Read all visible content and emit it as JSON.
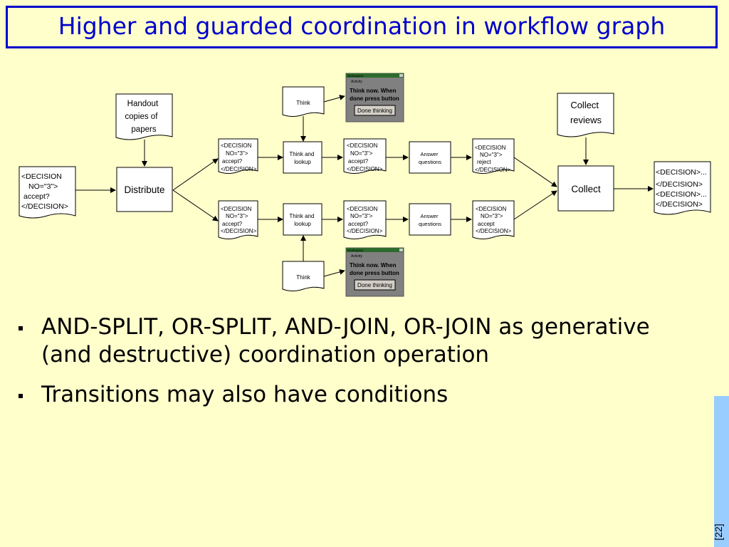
{
  "slide": {
    "title": "Higher and guarded coordination in workflow graph",
    "page_number": "[22]"
  },
  "diagram": {
    "input_doc": [
      "<DECISION",
      "NO=\"3\">",
      "accept?",
      "</DECISION>"
    ],
    "handout_doc": [
      "Handout",
      "copies of",
      "papers"
    ],
    "distribute": "Distribute",
    "top_decision_1": [
      "<DECISION",
      "NO=\"3\">",
      "accept?",
      "</DECISION>"
    ],
    "top_think_doc": "Think",
    "top_think_lookup": [
      "Think and",
      "lookup"
    ],
    "top_decision_2": [
      "<DECISION",
      "NO=\"3\">",
      "accept?",
      "</DECISION>"
    ],
    "top_answer": [
      "Answer",
      "questions"
    ],
    "top_decision_3": [
      "<DECISION",
      "NO=\"3\">",
      "reject",
      "</DECISION>"
    ],
    "bottom_decision_1": [
      "<DECISION",
      "NO=\"3\">",
      "accept?",
      "</DECISION>"
    ],
    "bottom_think_doc": "Think",
    "bottom_think_lookup": [
      "Think and",
      "lookup"
    ],
    "bottom_decision_2": [
      "<DECISION",
      "NO=\"3\">",
      "accept?",
      "</DECISION>"
    ],
    "bottom_answer": [
      "Answer",
      "questions"
    ],
    "bottom_decision_3": [
      "<DECISION",
      "NO=\"3\">",
      "accept",
      "</DECISION>"
    ],
    "collect_reviews_doc": [
      "Collect",
      "reviews"
    ],
    "collect": "Collect",
    "output_doc": [
      "<DECISION>...",
      "</DECISION>",
      "<DECISION>...",
      "</DECISION>"
    ],
    "dialog": {
      "window_title": "Workspace",
      "subtitle": "Activity",
      "message": [
        "Think now. When",
        "done press button"
      ],
      "button": "Done thinking"
    }
  },
  "bullets": [
    {
      "text": "AND-SPLIT, OR-SPLIT, AND-JOIN, OR-JOIN as generative (and destructive) coordination operation"
    },
    {
      "text": "Transitions may also have conditions"
    }
  ],
  "colors": {
    "background": "#ffffcc",
    "title": "#0000cc",
    "side_bar": "#99ccff",
    "dialog_bg": "#808080",
    "dialog_title": "#2e6b2e"
  }
}
